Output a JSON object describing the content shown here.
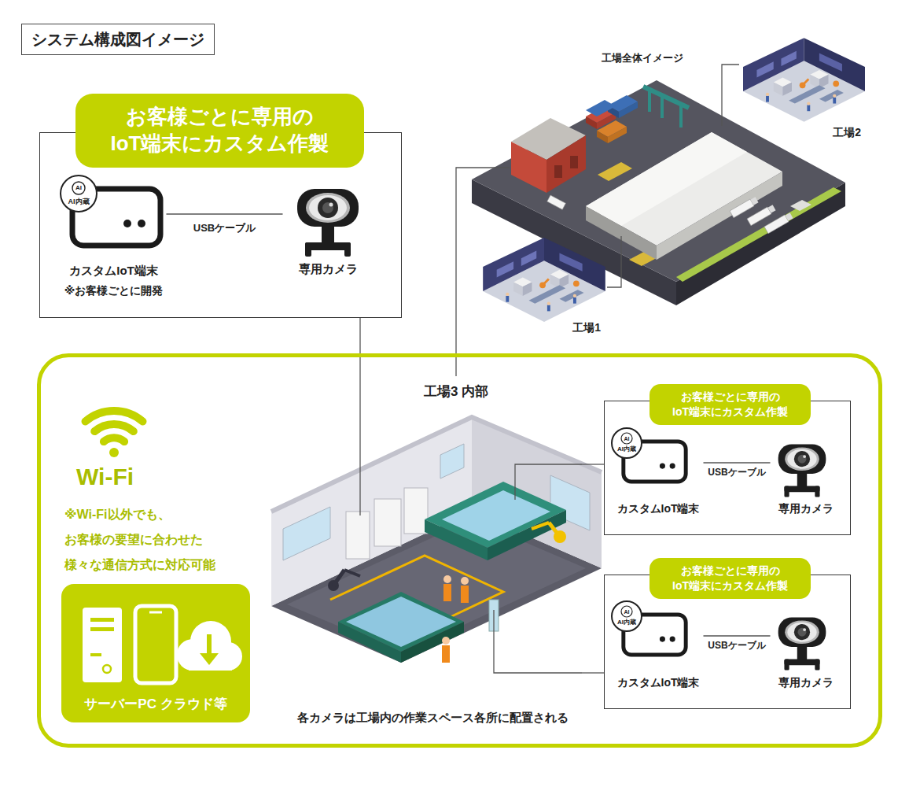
{
  "diagram": {
    "title": "システム構成図イメージ",
    "nodes": [
      {
        "text": [
          "お客様ごとに専用の IoT端末にカスタム作製"
        ]
      },
      {
        "text": [
          "カスタムIoT端末",
          "※お客様ごとに開発"
        ],
        "in": 0
      },
      {
        "text": [
          "専用カメラ"
        ],
        "in": 0
      },
      {
        "text": [
          "工場全体イメージ"
        ]
      },
      {
        "text": [
          "工場2"
        ]
      },
      {
        "text": [
          "工場1"
        ]
      },
      {
        "text": [
          "Wi-Fi",
          "※Wi-Fi以外でも、 お客様の要望に合わせた 様々な通信方式に対応可能"
        ]
      },
      {
        "text": [
          "サーバーPC クラウド等"
        ],
        "in": 6
      },
      {
        "text": [
          "工場3 内部",
          "各カメラは工場内の作業スペース各所に配置される"
        ],
        "in": 6
      },
      {
        "text": [
          "お客様ごとに専用の IoT端末にカスタム作製"
        ],
        "in": 6
      },
      {
        "text": [
          "カスタムIoT端末"
        ],
        "in": 9
      },
      {
        "text": [
          "専用カメラ"
        ],
        "in": 9
      },
      {
        "text": [
          "お客様ごとに専用の IoT端末にカスタム作製"
        ],
        "in": 6
      },
      {
        "text": [
          "カスタムIoT端末"
        ],
        "in": 12
      },
      {
        "text": [
          "専用カメラ"
        ],
        "in": 12
      }
    ],
    "edges": [
      {
        "from": 1,
        "to": 2,
        "label": "USBケーブル",
        "arrow": "none"
      },
      {
        "from": 3,
        "to": 4,
        "arrow": "none"
      },
      {
        "from": 3,
        "to": 5,
        "arrow": "none"
      },
      {
        "from": 3,
        "to": 8,
        "arrow": "none"
      },
      {
        "from": 0,
        "to": 8,
        "arrow": "none"
      },
      {
        "from": 10,
        "to": 11,
        "label": "USBケーブル",
        "arrow": "none"
      },
      {
        "from": 9,
        "to": 8,
        "arrow": "none"
      },
      {
        "from": 13,
        "to": 14,
        "label": "USBケーブル",
        "arrow": "none"
      },
      {
        "from": 12,
        "to": 8,
        "arrow": "none"
      }
    ],
    "labels": [
      "AI",
      "AI内蔵",
      "AI",
      "AI内蔵",
      "AI",
      "AI内蔵"
    ]
  }
}
